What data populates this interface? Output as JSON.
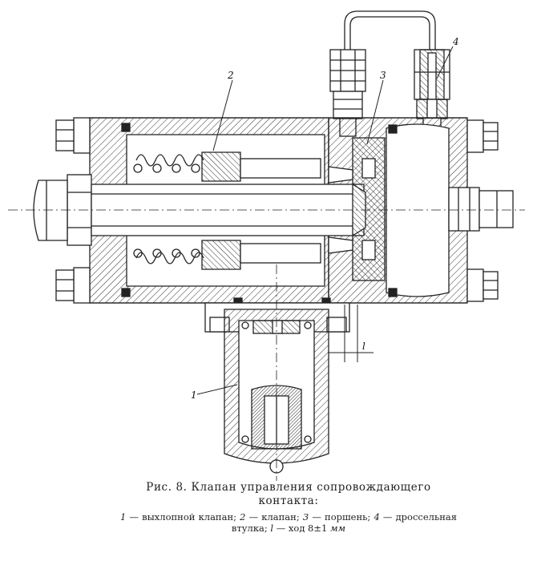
{
  "labels": {
    "p1": "1",
    "p2": "2",
    "p3": "3",
    "p4": "4",
    "stroke": "l"
  },
  "caption": {
    "title": "Рис. 8. Клапан управления сопровождающего контакта:",
    "legend": [
      {
        "num": "1",
        "text": " — выхлопной клапан; "
      },
      {
        "num": "2",
        "text": " — клапан; "
      },
      {
        "num": "3",
        "text": " — поршень; "
      },
      {
        "num": "4",
        "text": " — дроссельная втулка; "
      },
      {
        "num": "l",
        "text": " — ход 8±1 "
      },
      {
        "num": "мм",
        "text": ""
      }
    ]
  },
  "colors": {
    "ink": "#222222",
    "paper": "#ffffff"
  }
}
